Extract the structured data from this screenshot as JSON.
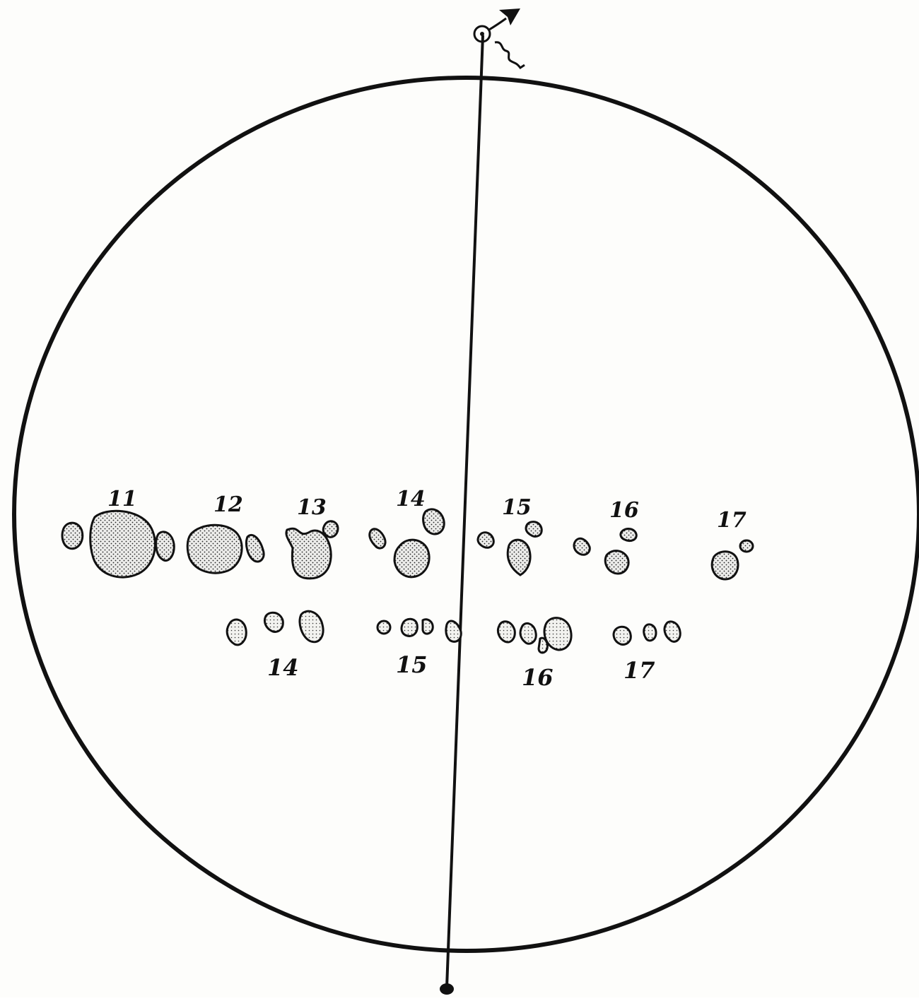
{
  "colors": {
    "ink": "#111111",
    "paper": "#fdfdfb",
    "spot_fill": "#e6e6e2"
  },
  "icons": {
    "top_symbol": "sun-symbol-icon",
    "arrow": "arrowhead-icon",
    "squiggle": "wavy-line-icon",
    "bottom_marker": "filled-dot-icon"
  },
  "diagram": {
    "upper_row_labels": [
      "11",
      "12",
      "13",
      "14",
      "15",
      "16",
      "17"
    ],
    "lower_row_labels": [
      "14",
      "15",
      "16",
      "17"
    ]
  }
}
